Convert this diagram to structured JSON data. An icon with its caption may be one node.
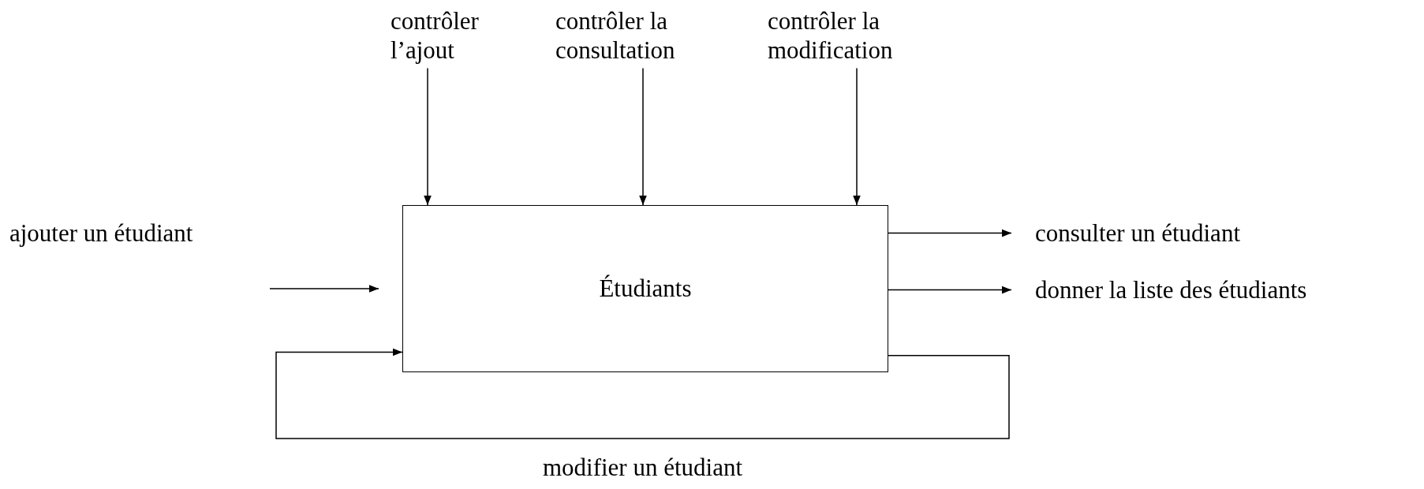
{
  "diagram": {
    "nodes": [
      {
        "text": [
          "contrôler l’ajout"
        ]
      },
      {
        "text": [
          "contrôler la consultation"
        ]
      },
      {
        "text": [
          "contrôler la modification"
        ]
      },
      {
        "text": [
          "ajouter un étudiant"
        ]
      },
      {
        "text": [
          "Étudiants"
        ]
      },
      {
        "text": [
          "consulter un étudiant"
        ]
      },
      {
        "text": [
          "donner la liste des étudiants"
        ]
      }
    ],
    "edges": [
      {
        "from": 0,
        "to": 4,
        "arrow": "to"
      },
      {
        "from": 1,
        "to": 4,
        "arrow": "to"
      },
      {
        "from": 2,
        "to": 4,
        "arrow": "to"
      },
      {
        "from": 3,
        "to": 4,
        "arrow": "to"
      },
      {
        "from": 4,
        "to": 5,
        "arrow": "to"
      },
      {
        "from": 4,
        "to": 6,
        "arrow": "to"
      },
      {
        "from": 4,
        "to": 4,
        "arrow": "to",
        "label": "modifier un étudiant"
      }
    ]
  }
}
